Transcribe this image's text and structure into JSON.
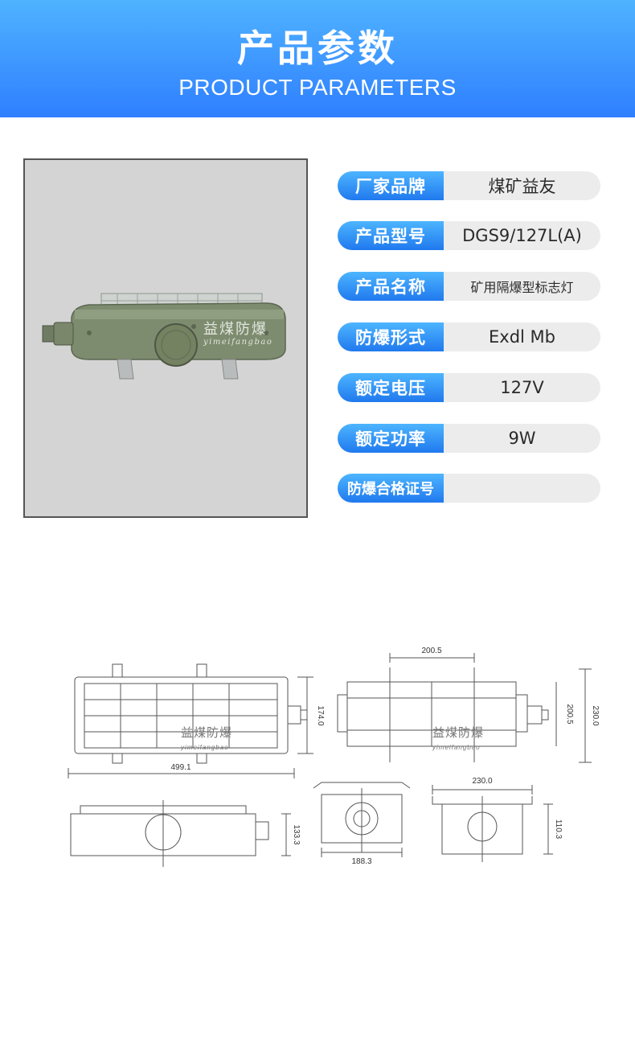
{
  "header": {
    "title_cn": "产品参数",
    "title_en": "PRODUCT PARAMETERS"
  },
  "photo": {
    "watermark_cn": "益煤防爆",
    "watermark_en": "yimeifangbao"
  },
  "params": [
    {
      "label": "厂家品牌",
      "value": "煤矿益友"
    },
    {
      "label": "产品型号",
      "value": "DGS9/127L(A)"
    },
    {
      "label": "产品名称",
      "value": "矿用隔爆型标志灯"
    },
    {
      "label": "防爆形式",
      "value": "Exdl Mb"
    },
    {
      "label": "额定电压",
      "value": "127V"
    },
    {
      "label": "额定功率",
      "value": "9W"
    },
    {
      "label": "防爆合格证号",
      "value": ""
    }
  ],
  "drawings": {
    "dims": {
      "top_length": "499.1",
      "top_height": "174.0",
      "plan_width": "200.5",
      "plan_height_inner": "200.5",
      "plan_height_outer": "230.0",
      "side_height": "133.3",
      "end_width": "188.3",
      "end2_width": "230.0",
      "end2_height": "110.3"
    },
    "watermark_cn": "益煤防爆",
    "watermark_en": "yimeifangbao"
  },
  "colors": {
    "header_top": "#4fb3ff",
    "header_bottom": "#2f7fff",
    "label_bg": "#2079ee",
    "value_bg": "#ececec",
    "photo_bg": "#d4d4d4",
    "lamp_body": "#7d8c6e"
  }
}
